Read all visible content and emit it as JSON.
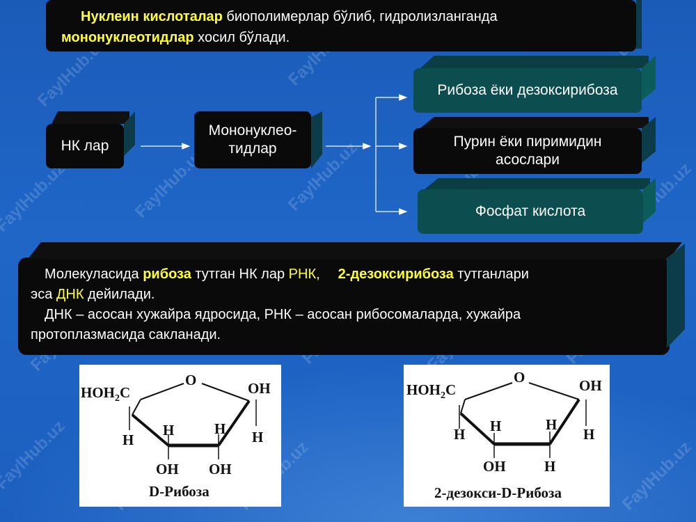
{
  "header": {
    "term1": "Нуклеин кислоталар",
    "text1": " биополимерлар бўлиб, гидролизланганда",
    "term2": "мононуклеотидлар",
    "text2": " хосил бўлади."
  },
  "flow": {
    "nk": "НК лар",
    "mono_line1": "Мононуклео-",
    "mono_line2": "тидлар",
    "out1": "Рибоза ёки дезоксирибоза",
    "out2_line1": "Пурин ёки пиримидин",
    "out2_line2": "асослари",
    "out3": "Фосфат кислота"
  },
  "info": {
    "p1_a": "Молекуласида ",
    "p1_ribose": "рибоза",
    "p1_b": " тутган НК лар ",
    "p1_rna": "РНК,",
    "p1_deoxy": "2-дезоксирибоза",
    "p1_c": " тутганлари",
    "p1_d": "эса ",
    "p1_dna": "ДНК",
    "p1_e": " дейилади.",
    "p2_line1": "ДНК – асосан хужайра ядросида, РНК – асосан рибосомаларда, хужайра",
    "p2_line2": "протоплазмасида сакланади."
  },
  "formula_left": {
    "hoh2c": "HOH",
    "sub2": "2",
    "c": "C",
    "o": "O",
    "oh_right": "OH",
    "h_left": "H",
    "h_mid1": "H",
    "h_mid2": "H",
    "h_right": "H",
    "oh_bottom1": "OH",
    "oh_bottom2": "OH",
    "caption": "D-Рибоза"
  },
  "formula_right": {
    "hoh2c": "HOH",
    "sub2": "2",
    "c": "C",
    "o": "O",
    "oh_right": "OH",
    "h_left": "H",
    "h_mid1": "H",
    "h_mid2": "H",
    "h_right": "H",
    "oh_bottom": "OH",
    "h_bottom": "H",
    "caption": "2-дезокси-D-Рибоза"
  },
  "watermark": "FaylHub.uz",
  "colors": {
    "background": "#1f66c7",
    "highlight": "#ffff33",
    "box_dark": "#0a0a0a",
    "box_teal": "#0c4d4f"
  }
}
